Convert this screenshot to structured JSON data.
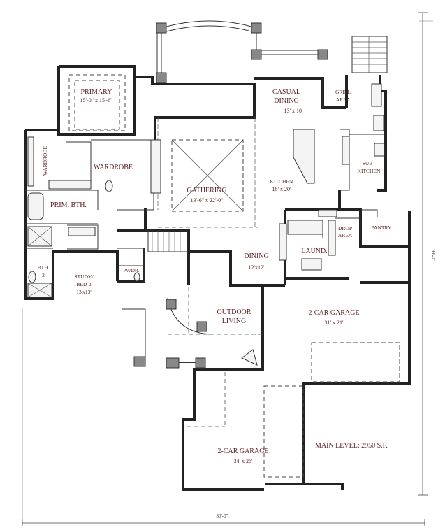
{
  "rooms": {
    "primary": {
      "label": "PRIMARY",
      "dim": "15'-0\" x 15'-6\""
    },
    "wardrobe_left": {
      "label": "WARDROBE"
    },
    "wardrobe": {
      "label": "WARDROBE"
    },
    "prim_bath": {
      "label": "PRIM. BTH."
    },
    "bath2": {
      "label": "BTH.",
      "num": "2"
    },
    "study": {
      "label": "STUDY/",
      "label2": "BED-2",
      "dim": "13'x13'"
    },
    "powder": {
      "label": "PWDR."
    },
    "gathering": {
      "label": "GATHERING",
      "dim": "19'-6\" x 22'-0\""
    },
    "casual_dining": {
      "label": "CASUAL",
      "label2": "DINING",
      "dim": "13' x 10'"
    },
    "grill": {
      "label": "GRILL",
      "label2": "AREA"
    },
    "kitchen": {
      "label": "KITCHEN",
      "dim": "18' x 20'"
    },
    "sub_kitchen": {
      "label": "SUB",
      "label2": "KITCHEN"
    },
    "pantry": {
      "label": "PANTRY"
    },
    "drop_area": {
      "label": "DROP",
      "label2": "AREA"
    },
    "laundry": {
      "label": "LAUND."
    },
    "dining": {
      "label": "DINING",
      "dim": "12'x12'"
    },
    "outdoor_living": {
      "label": "OUTDOOR",
      "label2": "LIVING"
    },
    "garage_2car_a": {
      "label": "2-CAR GARAGE",
      "dim": "31' x 21'"
    },
    "garage_2car_b": {
      "label": "2-CAR GARAGE",
      "dim": "34' x 26'"
    }
  },
  "notes": {
    "main_level": "MAIN LEVEL:  2950 S.F."
  },
  "dimensions": {
    "width": "80'-0\"",
    "depth": "99'-0\""
  }
}
